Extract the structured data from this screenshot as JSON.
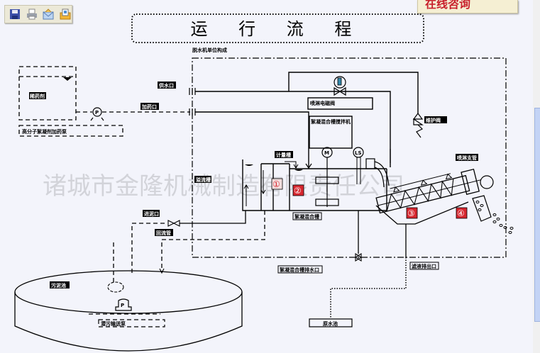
{
  "toolbar": {
    "buttons": [
      {
        "name": "save",
        "icon": "floppy-disk-icon"
      },
      {
        "name": "print",
        "icon": "printer-icon"
      },
      {
        "name": "email",
        "icon": "envelope-icon"
      },
      {
        "name": "print-preview",
        "icon": "print-preview-icon"
      }
    ]
  },
  "popup": {
    "label": "在线咨询"
  },
  "diagram": {
    "title": "运 行 流 程",
    "unit_caption": "脱水机单位构成",
    "watermark": "诸城市金隆机械制造有限责任公司",
    "labels": {
      "medicine_tank": "稀药剂",
      "polymer_device": "高分子絮凝剂加药泵",
      "water_supply": "供水口",
      "dosing": "加药口",
      "spray_valve": "喷淋电磁阀",
      "mixer": "絮凝混合槽搅拌机",
      "metering_tank": "计量槽",
      "overflow": "溢流槽",
      "flocculation_tank": "絮凝混合槽",
      "maintenance_valve": "维护阀",
      "spray_pipe": "喷淋支管",
      "inlet": "进泥口",
      "return_pipe": "回流管",
      "sludge_pool": "污泥池",
      "submersible_pump": "潜污输送泵",
      "drain": "絮凝混合槽排水口",
      "filtrate_outlet": "滤液排出口",
      "raw_water_pool": "原水池"
    },
    "markers": {
      "pump": "P",
      "motor": "M",
      "level_switch": "LS",
      "solenoid": "I",
      "steps": [
        "①",
        "②",
        "③",
        "④"
      ]
    },
    "colors": {
      "line": "#000000",
      "step_marker": "#d7262e",
      "background": "#f3f4fb"
    }
  }
}
